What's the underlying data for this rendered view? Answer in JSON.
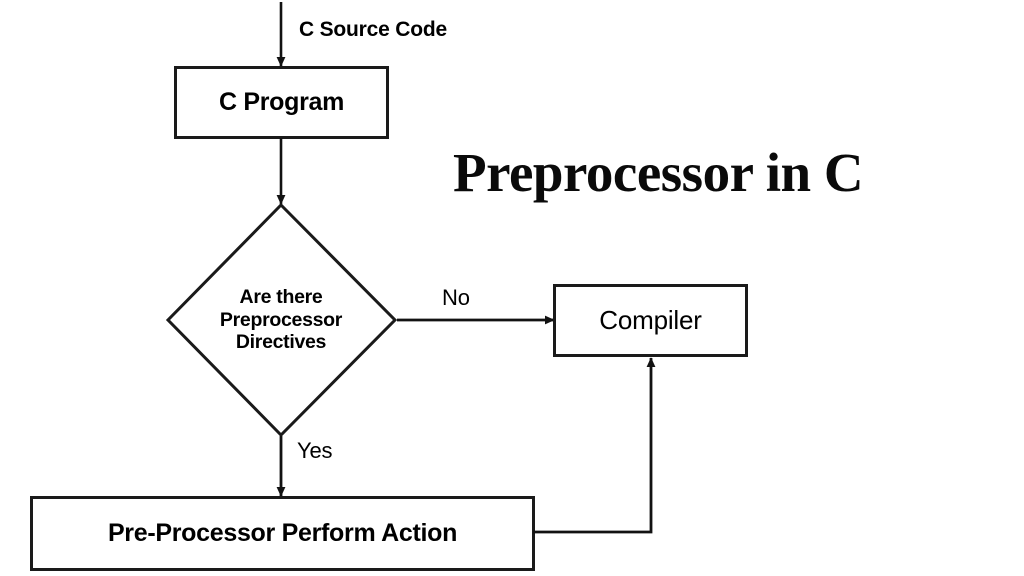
{
  "diagram": {
    "title": "Preprocessor in C",
    "type": "flowchart",
    "background_color": "#ffffff",
    "stroke_color": "#1a1a1a",
    "text_color": "#000000",
    "nodes": [
      {
        "id": "c-program",
        "shape": "rectangle",
        "label": "C Program"
      },
      {
        "id": "decision",
        "shape": "diamond",
        "label_line1": "Are there",
        "label_line2": "Preprocessor",
        "label_line3": "Directives"
      },
      {
        "id": "compiler",
        "shape": "rectangle",
        "label": "Compiler"
      },
      {
        "id": "preprocessor-action",
        "shape": "rectangle",
        "label": "Pre-Processor Perform Action"
      }
    ],
    "edges": [
      {
        "id": "input-edge",
        "label": "C Source Code",
        "from": "input",
        "to": "c-program"
      },
      {
        "id": "program-to-decision",
        "label": "",
        "from": "c-program",
        "to": "decision"
      },
      {
        "id": "decision-no",
        "label": "No",
        "from": "decision",
        "to": "compiler"
      },
      {
        "id": "decision-yes",
        "label": "Yes",
        "from": "decision",
        "to": "preprocessor-action"
      },
      {
        "id": "action-to-compiler",
        "label": "",
        "from": "preprocessor-action",
        "to": "compiler"
      }
    ]
  }
}
